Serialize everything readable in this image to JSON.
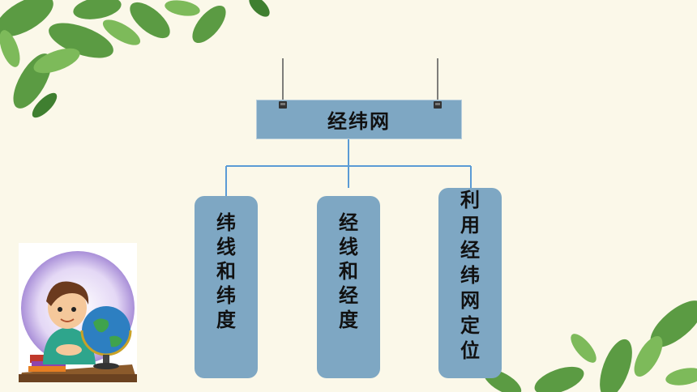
{
  "diagram": {
    "root": {
      "label": "经纬网"
    },
    "children": [
      {
        "chars": [
          "纬",
          "线",
          "和",
          "纬",
          "度"
        ]
      },
      {
        "chars": [
          "经",
          "线",
          "和",
          "经",
          "度"
        ]
      },
      {
        "chars": [
          "利",
          "用",
          "经",
          "纬",
          "网",
          "定",
          "位"
        ]
      }
    ]
  },
  "colors": {
    "background": "#fbf8e9",
    "box_fill": "#7ea7c3",
    "connector": "#5b9bd5"
  }
}
